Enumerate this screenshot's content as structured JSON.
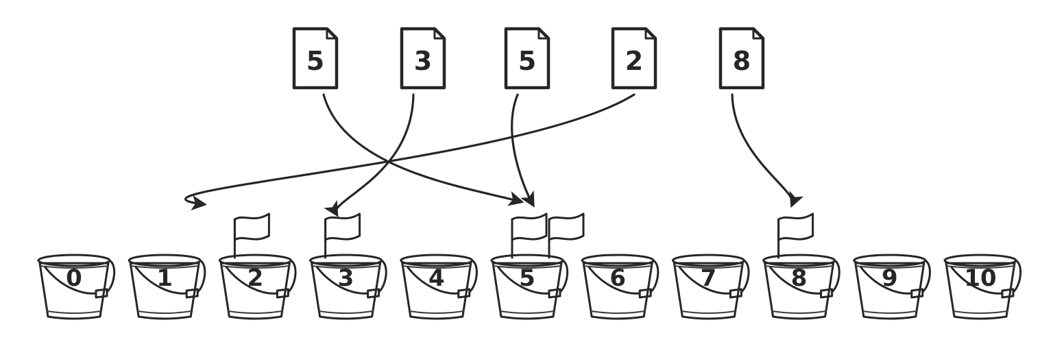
{
  "documents": [
    {
      "label": "5",
      "target": 5
    },
    {
      "label": "3",
      "target": 3
    },
    {
      "label": "5",
      "target": 5
    },
    {
      "label": "2",
      "target": 2
    },
    {
      "label": "8",
      "target": 8
    }
  ],
  "buckets": [
    {
      "label": "0",
      "flags": 0
    },
    {
      "label": "1",
      "flags": 0
    },
    {
      "label": "2",
      "flags": 1
    },
    {
      "label": "3",
      "flags": 1
    },
    {
      "label": "4",
      "flags": 0
    },
    {
      "label": "5",
      "flags": 2
    },
    {
      "label": "6",
      "flags": 0
    },
    {
      "label": "7",
      "flags": 0
    },
    {
      "label": "8",
      "flags": 1
    },
    {
      "label": "9",
      "flags": 0
    },
    {
      "label": "10",
      "flags": 0
    }
  ]
}
